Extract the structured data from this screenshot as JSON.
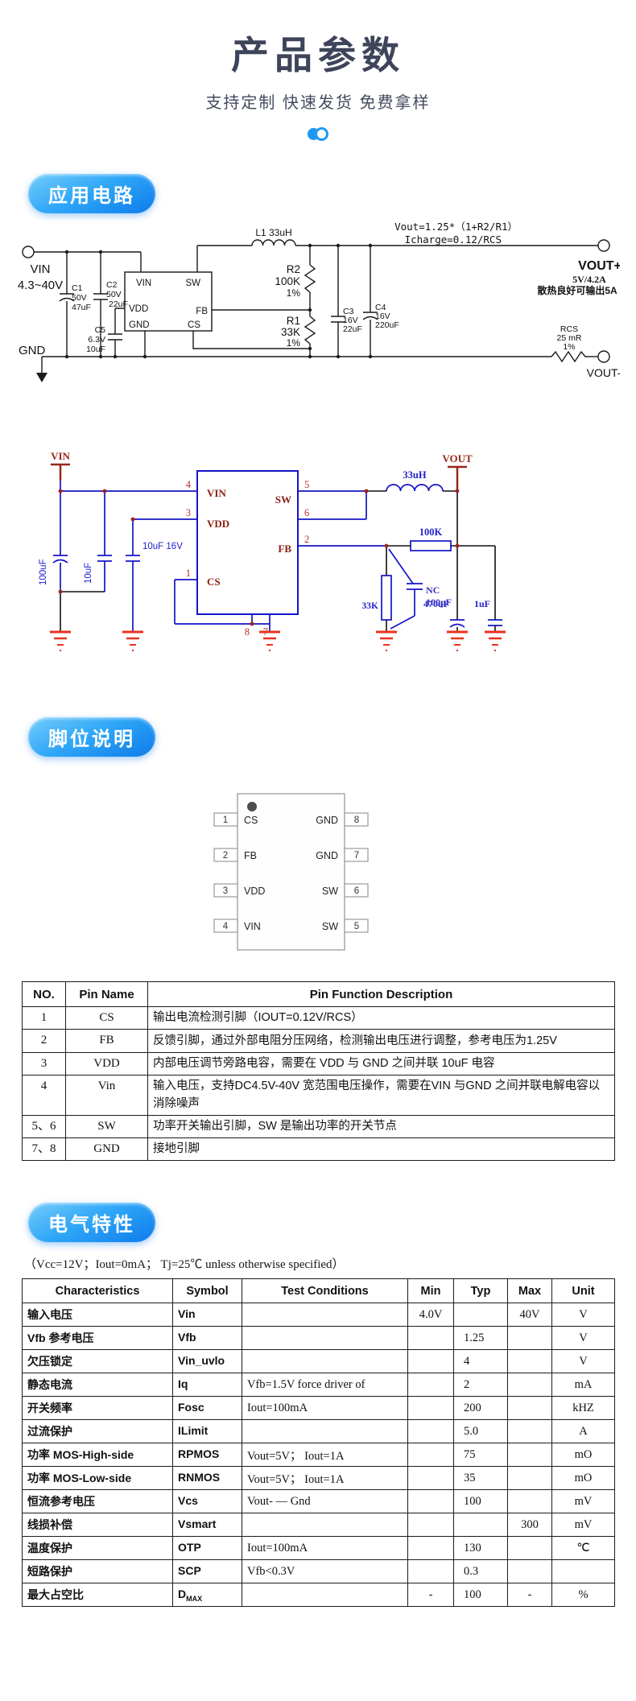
{
  "colors": {
    "accent_blue": "#1e98f2",
    "title_navy": "#3e4459",
    "wire_blue": "#1414c8",
    "pin_red": "#8b1f14",
    "ground_red": "#e8321e"
  },
  "header": {
    "title": "产品参数",
    "subtitle": "支持定制 快速发货 免费拿样"
  },
  "sections": {
    "app_circuit": "应用电路",
    "pin_desc": "脚位说明",
    "elec_char": "电气特性"
  },
  "circuit1": {
    "formula1": "Vout=1.25*（1+R2/R1）",
    "formula2": "Icharge=0.12/RCS",
    "vin_terminal": "VIN",
    "vin_range": "4.3~40V",
    "c1": [
      "C1",
      "50V",
      "47uF"
    ],
    "c2": [
      "C2",
      "50V",
      "22uF"
    ],
    "c5": [
      "C5",
      "6.3V",
      "10uF"
    ],
    "pins": {
      "vin": "VIN",
      "sw": "SW",
      "vdd": "VDD",
      "fb": "FB",
      "gnd": "GND",
      "cs": "CS"
    },
    "l1": "L1 33uH",
    "r2": [
      "R2",
      "100K",
      "1%"
    ],
    "r1": [
      "R1",
      "33K",
      "1%"
    ],
    "c3": [
      "C3",
      "16V",
      "22uF"
    ],
    "c4": [
      "C4",
      "16V",
      "220uF"
    ],
    "rcs": [
      "RCS",
      "25 mR",
      "1%"
    ],
    "vout_terminal": "VOUT+",
    "vout_spec": "5V/4.2A",
    "vout_note": "散热良好可输出5A",
    "gnd_label": "GND",
    "vout_neg": "VOUT-"
  },
  "circuit2": {
    "vin_flag": "VIN",
    "vout_flag": "VOUT",
    "pins": {
      "vin": "VIN",
      "sw": "SW",
      "vdd": "VDD",
      "fb": "FB",
      "cs": "CS"
    },
    "nums": {
      "p4": "4",
      "p3": "3",
      "p1": "1",
      "p5": "5",
      "p6": "6",
      "p2": "2",
      "p8": "8",
      "p7": "7"
    },
    "cap_100uF": "100uF",
    "cap_10uF": "10uF",
    "cap_10uF16V": "10uF 16V",
    "inductor": "33uH",
    "r_100k": "100K",
    "r_33k": "33K",
    "nc": "NC",
    "c_100pF": "100pF",
    "cap_470uF": "470uF",
    "cap_1uF": "1uF"
  },
  "pinout": {
    "left": [
      {
        "num": "1",
        "name": "CS"
      },
      {
        "num": "2",
        "name": "FB"
      },
      {
        "num": "3",
        "name": "VDD"
      },
      {
        "num": "4",
        "name": "VIN"
      }
    ],
    "right": [
      {
        "num": "8",
        "name": "GND"
      },
      {
        "num": "7",
        "name": "GND"
      },
      {
        "num": "6",
        "name": "SW"
      },
      {
        "num": "5",
        "name": "SW"
      }
    ]
  },
  "pin_table": {
    "headers": [
      "NO.",
      "Pin Name",
      "Pin Function Description"
    ],
    "rows": [
      {
        "no": "1",
        "name": "CS",
        "desc": "输出电流检测引脚（IOUT=0.12V/RCS）"
      },
      {
        "no": "2",
        "name": "FB",
        "desc": "反馈引脚，通过外部电阻分压网络，检测输出电压进行调整，参考电压为1.25V"
      },
      {
        "no": "3",
        "name": "VDD",
        "desc": "内部电压调节旁路电容，需要在 VDD 与 GND 之间并联 10uF 电容"
      },
      {
        "no": "4",
        "name": "Vin",
        "desc": "输入电压，支持DC4.5V-40V 宽范围电压操作，需要在VIN 与GND 之间并联电解电容以消除噪声"
      },
      {
        "no": "5、6",
        "name": "SW",
        "desc": "功率开关输出引脚，SW 是输出功率的开关节点"
      },
      {
        "no": "7、8",
        "name": "GND",
        "desc": "接地引脚"
      }
    ]
  },
  "elec": {
    "note": "（Vcc=12V；Iout=0mA；  Tj=25℃ unless otherwise specified）",
    "headers": [
      "Characteristics",
      "Symbol",
      "Test Conditions",
      "Min",
      "Typ",
      "Max",
      "Unit"
    ],
    "rows": [
      {
        "c": "输入电压",
        "sym": "Vin",
        "sub": "",
        "cond": "",
        "min": "4.0V",
        "typ": "",
        "max": "40V",
        "unit": "V"
      },
      {
        "c": "Vfb 参考电压",
        "sym": "Vfb",
        "sub": "",
        "cond": "",
        "min": "",
        "typ": "1.25",
        "max": "",
        "unit": "V"
      },
      {
        "c": "欠压锁定",
        "sym": "Vin_uvlo",
        "sub": "",
        "cond": "",
        "min": "",
        "typ": "4",
        "max": "",
        "unit": "V"
      },
      {
        "c": "静态电流",
        "sym": "Iq",
        "sub": "",
        "cond": "Vfb=1.5V force driver of",
        "min": "",
        "typ": "2",
        "max": "",
        "unit": "mA"
      },
      {
        "c": "开关频率",
        "sym": "Fosc",
        "sub": "",
        "cond": "Iout=100mA",
        "min": "",
        "typ": "200",
        "max": "",
        "unit": "kHZ"
      },
      {
        "c": "过流保护",
        "sym": "ILimit",
        "sub": "",
        "cond": "",
        "min": "",
        "typ": "5.0",
        "max": "",
        "unit": "A"
      },
      {
        "c": "功率 MOS-High-side",
        "sym": "RPMOS",
        "sub": "",
        "cond": "Vout=5V； Iout=1A",
        "min": "",
        "typ": "75",
        "max": "",
        "unit": "mO"
      },
      {
        "c": "功率 MOS-Low-side",
        "sym": "RNMOS",
        "sub": "",
        "cond": "Vout=5V； Iout=1A",
        "min": "",
        "typ": "35",
        "max": "",
        "unit": "mO"
      },
      {
        "c": "恒流参考电压",
        "sym": "Vcs",
        "sub": "",
        "cond": "Vout- — Gnd",
        "min": "",
        "typ": "100",
        "max": "",
        "unit": "mV"
      },
      {
        "c": "线损补偿",
        "sym": "Vsmart",
        "sub": "",
        "cond": "",
        "min": "",
        "typ": "",
        "max": "300",
        "unit": "mV"
      },
      {
        "c": "温度保护",
        "sym": "OTP",
        "sub": "",
        "cond": "Iout=100mA",
        "min": "",
        "typ": "130",
        "max": "",
        "unit": "℃"
      },
      {
        "c": "短路保护",
        "sym": "SCP",
        "sub": "",
        "cond": "Vfb<0.3V",
        "min": "",
        "typ": "0.3",
        "max": "",
        "unit": ""
      },
      {
        "c": "最大占空比",
        "sym": "D",
        "sub": "MAX",
        "cond": "",
        "min": "-",
        "typ": "100",
        "max": "-",
        "unit": "%"
      }
    ]
  }
}
